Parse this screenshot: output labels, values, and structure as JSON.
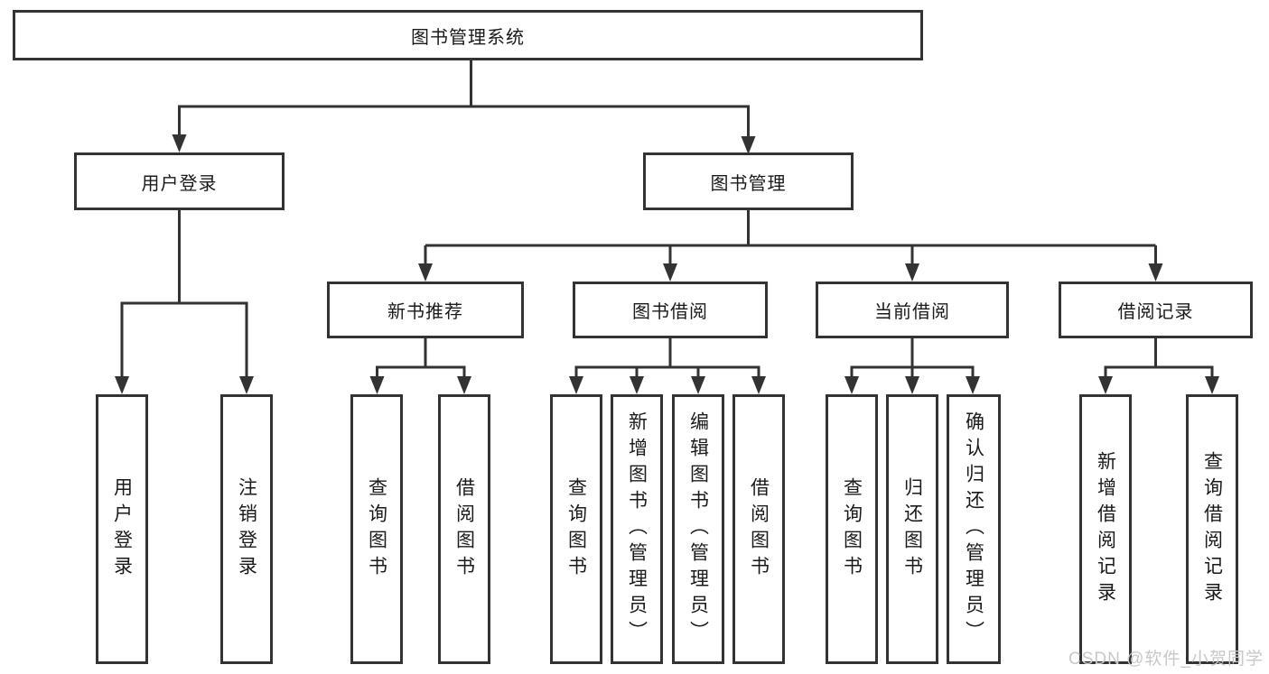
{
  "tree": {
    "root": {
      "label": "图书管理系统"
    },
    "children": [
      {
        "label": "用户登录",
        "children": [
          {
            "label": "用户登录"
          },
          {
            "label": "注销登录"
          }
        ]
      },
      {
        "label": "图书管理",
        "children": [
          {
            "label": "新书推荐",
            "children": [
              {
                "label": "查询图书"
              },
              {
                "label": "借阅图书"
              }
            ]
          },
          {
            "label": "图书借阅",
            "children": [
              {
                "label": "查询图书"
              },
              {
                "label": "新增图书（管理员）"
              },
              {
                "label": "编辑图书（管理员）"
              },
              {
                "label": "借阅图书"
              }
            ]
          },
          {
            "label": "当前借阅",
            "children": [
              {
                "label": "查询图书"
              },
              {
                "label": "归还图书"
              },
              {
                "label": "确认归还（管理员）"
              }
            ]
          },
          {
            "label": "借阅记录",
            "children": [
              {
                "label": "新增借阅记录"
              },
              {
                "label": "查询借阅记录"
              }
            ]
          }
        ]
      }
    ]
  },
  "watermark": {
    "text": "CSDN @软件_小贺同学"
  },
  "colors": {
    "line": "#333333",
    "text": "#1a1a1a",
    "watermark": "#c8c8c8",
    "background": "#ffffff"
  }
}
